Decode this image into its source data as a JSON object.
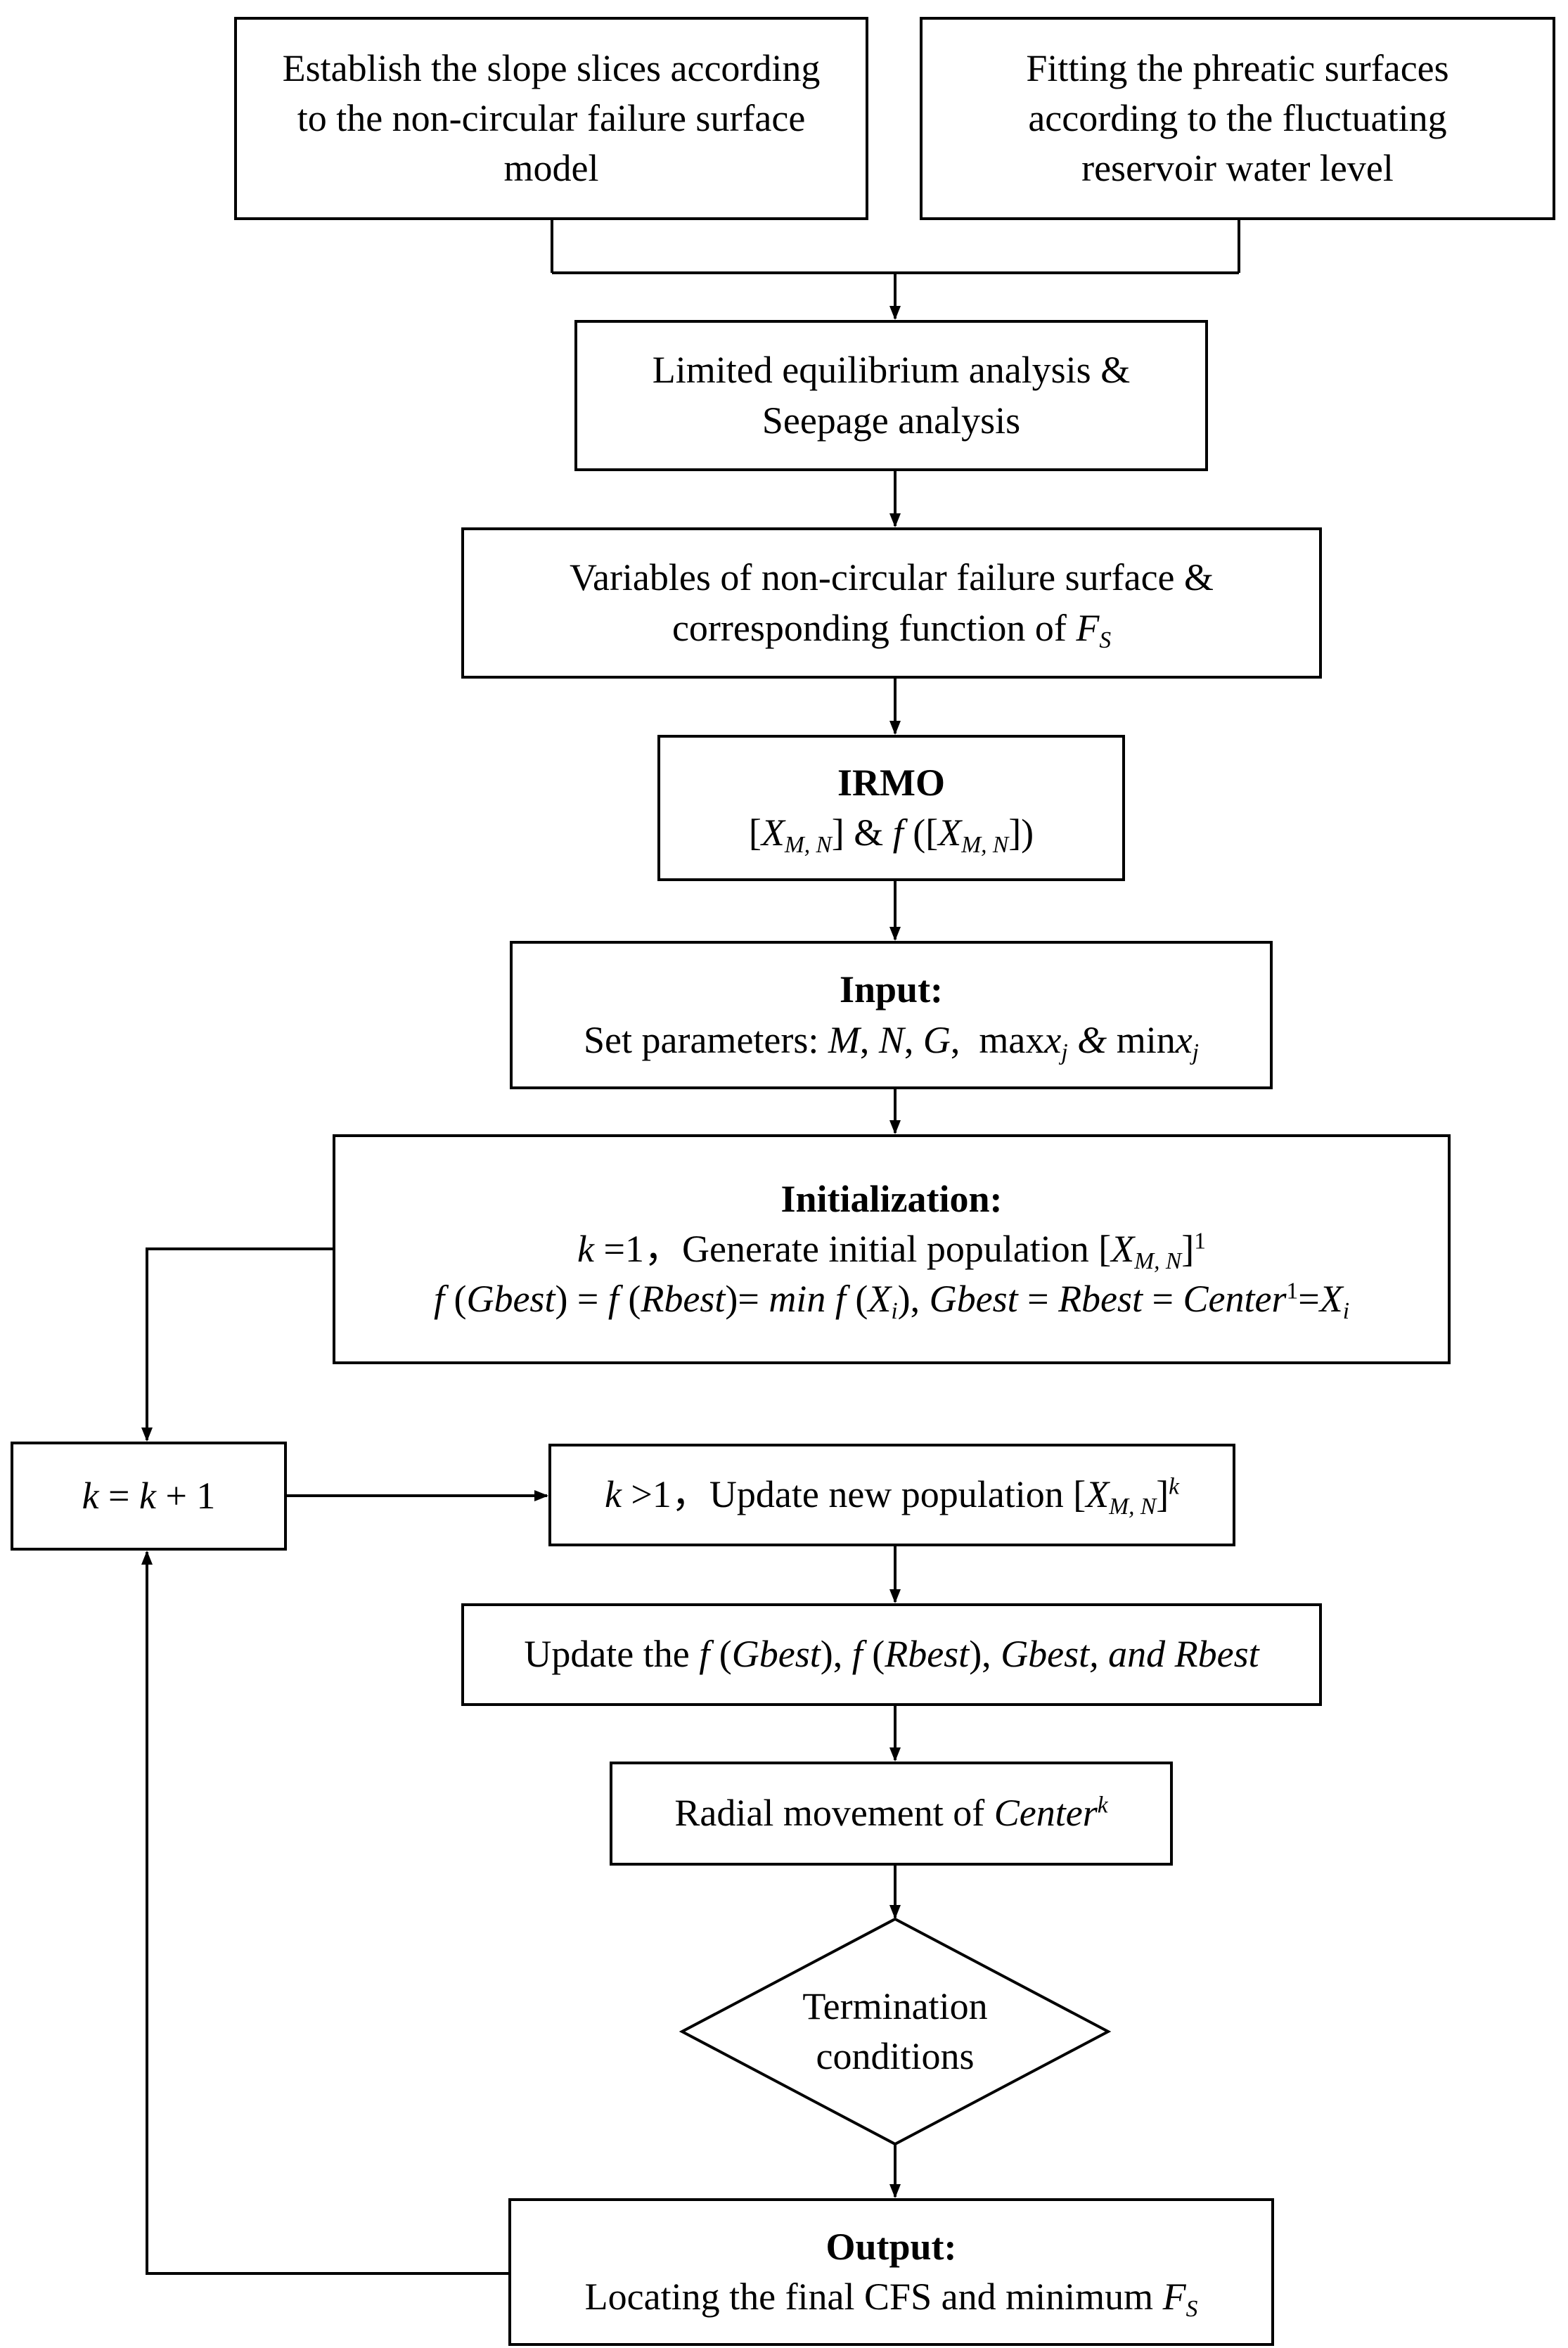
{
  "nodes": {
    "slices": {
      "lines": [
        "Establish the slope slices according",
        "to the non-circular failure surface",
        "model"
      ]
    },
    "phreatic": {
      "lines": [
        "Fitting the phreatic surfaces",
        "according to the fluctuating",
        "reservoir water level"
      ]
    },
    "analysis": {
      "lines": [
        "Limited equilibrium analysis &",
        "Seepage analysis"
      ]
    },
    "variables": {
      "line1": "Variables of non-circular failure surface &",
      "line2_prefix": "corresponding function of ",
      "fs_main": "F",
      "fs_sub": "S"
    },
    "irmo": {
      "title": "IRMO",
      "x": "X",
      "sub": "M, N",
      "amp": "&",
      "f": "f"
    },
    "input": {
      "title": "Input",
      "colon": ":",
      "prefix": "Set  parameters: ",
      "M": "M",
      "N": "N",
      "G": "G",
      "max": "max",
      "min": "min",
      "x": "x",
      "j": "j",
      "amp": "&"
    },
    "init": {
      "title": "Initialization",
      "colon": ":",
      "k": "k",
      "eq1": " =1，",
      "gen": "Generate initial population [",
      "x": "X",
      "sub": "M, N",
      "sup": "1",
      "f": "f",
      "gbest": "Gbest",
      "rbest": "Rbest",
      "min": "min",
      "xi": "X",
      "i": "i",
      "center": "Center",
      "center_sup": "1"
    },
    "kk": {
      "k1": "k",
      "eq": " = ",
      "k2": "k",
      "plus": " + 1"
    },
    "update_pop": {
      "k": "k",
      "gt": " >1，",
      "text": "Update new population [",
      "x": "X",
      "sub": "M, N",
      "sup": "k"
    },
    "update_best": {
      "prefix": "Update the ",
      "f": "f",
      "gbest": "Gbest",
      "rbest": "Rbest",
      "tail": "Gbest, and Rbest"
    },
    "radial": {
      "prefix": "Radial movement of  ",
      "center": "Center",
      "sup": "k"
    },
    "termination": {
      "lines": [
        "Termination",
        "conditions"
      ]
    },
    "output": {
      "title": "Output",
      "colon": ":",
      "line2": "Locating the final CFS and minimum ",
      "fs_main": "F",
      "fs_sub": "S"
    }
  }
}
